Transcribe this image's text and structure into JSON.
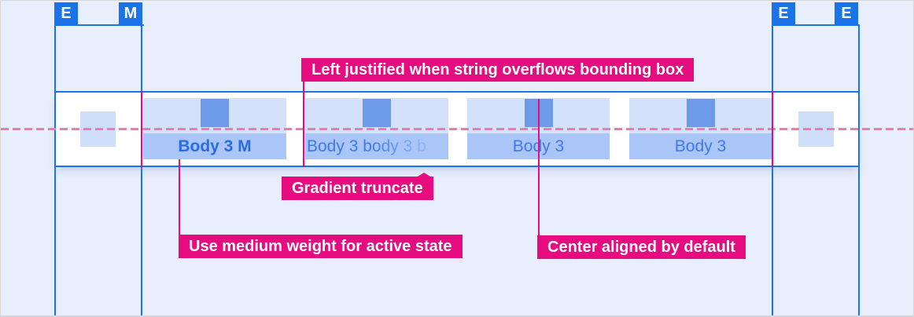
{
  "markers": {
    "left": [
      {
        "label": "E"
      },
      {
        "label": "M"
      }
    ],
    "right": [
      {
        "label": "E"
      },
      {
        "label": "E"
      }
    ]
  },
  "tab_bar": {
    "tabs": [
      {
        "label": "Body 3 M",
        "state": "active-medium-weight"
      },
      {
        "label": "Body 3 body 3 b",
        "state": "overflow-gradient-truncated"
      },
      {
        "label": "Body 3",
        "state": "default"
      },
      {
        "label": "Body 3",
        "state": "default"
      }
    ]
  },
  "annotations": {
    "left_justified": "Left justified when string overflows bounding box",
    "gradient_truncate": "Gradient truncate",
    "medium_weight": "Use medium weight for active state",
    "center_aligned": "Center aligned by default"
  },
  "colors": {
    "background": "#e8eefb",
    "guide_blue": "#1a73e8",
    "annotation_pink": "#e60b7e",
    "dashed_baseline": "#ec7bb4",
    "tab_top_bg": "#d3e1fa",
    "tab_label_bg": "#aac5f8",
    "icon_placeholder": "#6d9ae9",
    "side_placeholder": "#cfdef8",
    "active_text": "#2b6ce2",
    "default_text": "#3f7ae6"
  }
}
